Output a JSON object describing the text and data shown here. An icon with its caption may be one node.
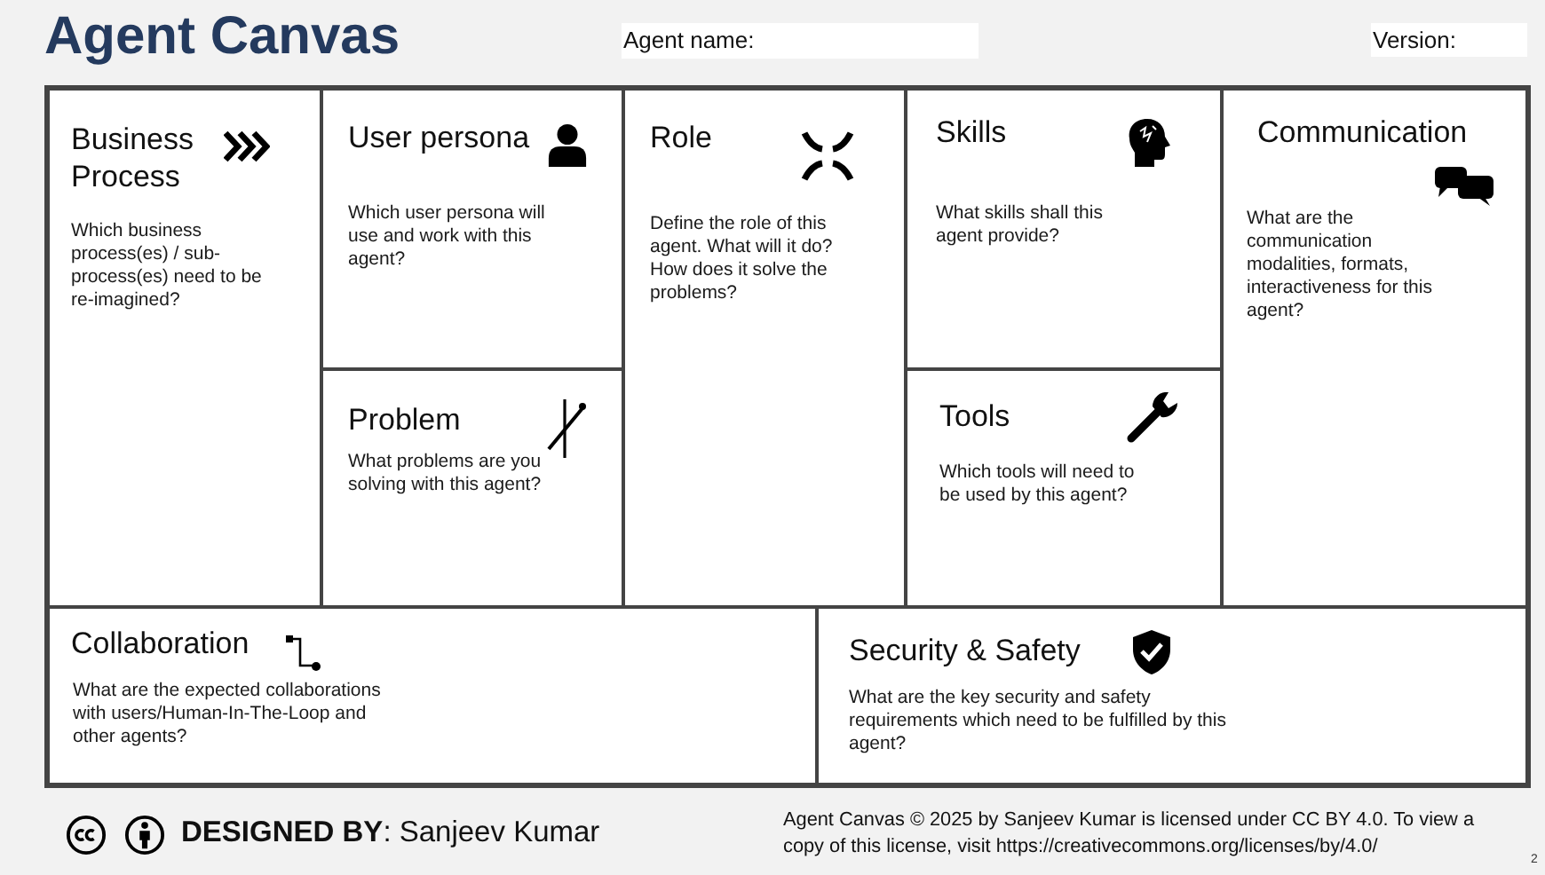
{
  "diagram": {
    "title": "Agent Canvas",
    "nodes": [
      {
        "text": [
          "Business Process",
          "Which business process(es) / sub-process(es) need to be re-imagined?"
        ]
      },
      {
        "text": [
          "User persona",
          "Which user persona will use and work with this agent?"
        ]
      },
      {
        "text": [
          "Problem",
          "What problems are you solving with this agent?"
        ]
      },
      {
        "text": [
          "Role",
          "Define the role of this agent. What will it do? How does it solve the problems?"
        ]
      },
      {
        "text": [
          "Skills",
          "What skills shall this agent provide?"
        ]
      },
      {
        "text": [
          "Tools",
          "Which tools will need to be used by this agent?"
        ]
      },
      {
        "text": [
          "Communication",
          "What are the communication modalities, formats, interactiveness for this agent?"
        ]
      },
      {
        "text": [
          "Collaboration",
          "What are the expected collaborations with users/Human-In-The-Loop and other agents?"
        ]
      },
      {
        "text": [
          "Security & Safety",
          "What are the key security and safety requirements which need to be fulfilled by this agent?"
        ]
      }
    ],
    "labels": [
      "Agent name:",
      "Version:",
      "**DESIGNED BY**: Sanjeev Kumar",
      "Agent Canvas © 2025 by Sanjeev Kumar is licensed under CC BY 4.0. To view a copy of this license, visit https://creativecommons.org/licenses/by/4.0/",
      "2"
    ]
  }
}
